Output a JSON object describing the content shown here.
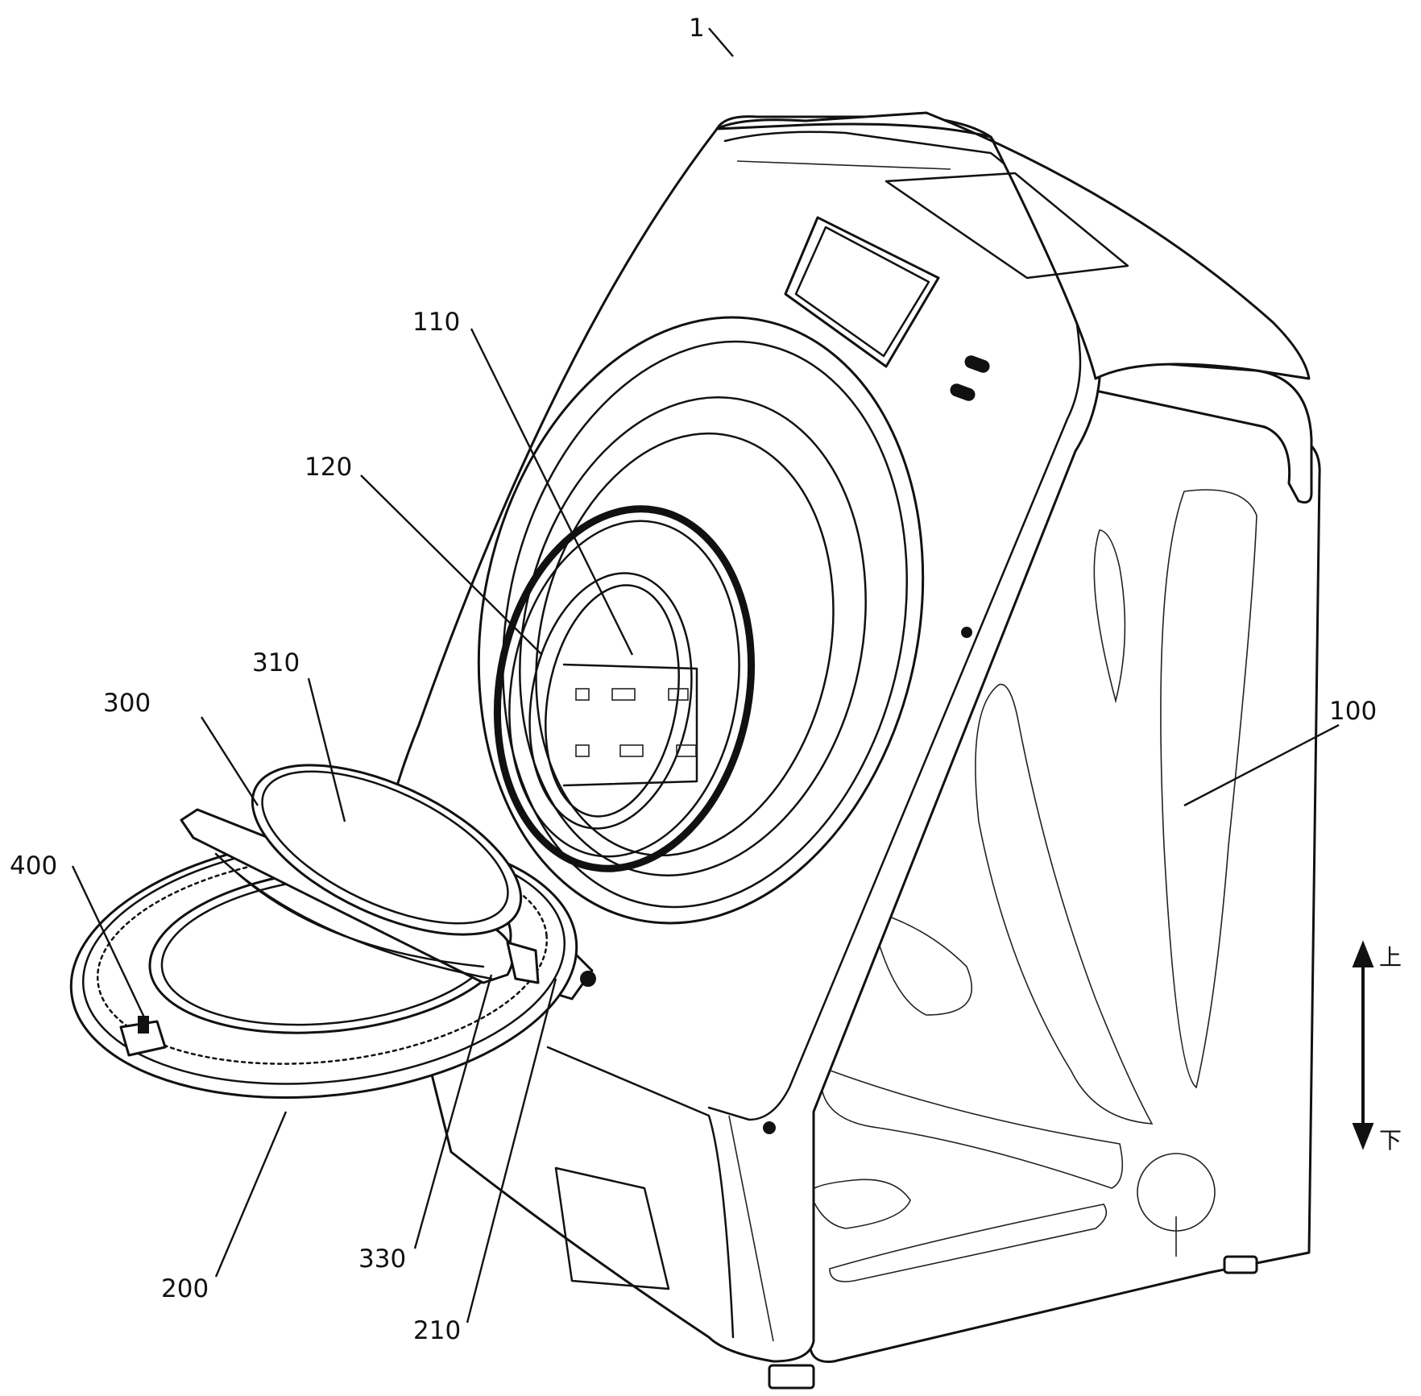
{
  "labels": {
    "l1": "1",
    "l100": "100",
    "l110": "110",
    "l120": "120",
    "l200": "200",
    "l210": "210",
    "l300": "300",
    "l310": "310",
    "l330": "330",
    "l400": "400"
  },
  "direction": {
    "up": "上",
    "down": "下"
  }
}
